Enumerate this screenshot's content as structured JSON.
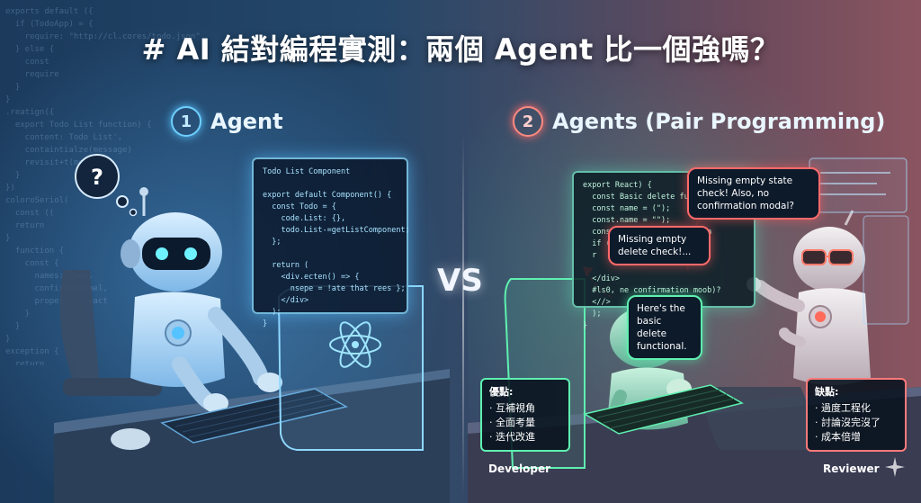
{
  "title": "# AI 結對編程實測：兩個 Agent 比一個強嗎？",
  "left": {
    "number": "1",
    "heading": "Agent",
    "bg_code": "exports default ({\n  if (TodoApp) = {\n    require: \"http://cl.cores/todo.json\"\n  } else {\n    const\n    require\n  }\n}\n.reatign({\n  export Todo List function) {\n    content: Todo List',\n    containtialze(message)\n    revisit+t(message)\n  }\n})\ncoloroSeriol(\n  const ((\n  return\n}\n  function {\n    const {\n      names: Todo,\n      confirmantonel,\n      property: react\n    }\n  }\n}\nexception {\n  return\n}\n  asyort {\n    static map\n    or fefor\n    <a\n    </head>\n  }\n}",
    "screen_code": "Todo List Component\n\nexport default Component() {\n  const Todo = {\n    code.List: {},\n    todo.List-=getListComponent;\n  };\n\n  return (\n    <div.ecten() => {\n      nsepe = !ate that rees };\n    </div>\n  );\n}"
  },
  "right": {
    "number": "2",
    "heading": "Agents (Pair Programming)",
    "screen_code": "export React) {\n  const Basic delete functio\n  const name = (\");\n  const.name = \"\");\n  const concetRebaction(essa\n  if (\n  r\n\n  </div>\n  #ls0, ne confirmation moob)?\n  <//>\n  );\n}",
    "reviewer_bubble": "Missing empty state check! Also, no confirmation modal?",
    "developer_bubble_1": "Missing empty delete check!...",
    "developer_bubble_2": "Here's the basic delete functional.",
    "pros": {
      "header": "優點:",
      "items": [
        "· 互補視角",
        "· 全面考量",
        "· 迭代改進"
      ]
    },
    "cons": {
      "header": "缺點:",
      "items": [
        "· 過度工程化",
        "· 討論沒完沒了",
        "· 成本倍增"
      ]
    },
    "developer_label": "Developer",
    "reviewer_label": "Reviewer"
  },
  "vs": "VS",
  "colors": {
    "accent_blue": "#6fd0ff",
    "accent_green": "#5ff0b0",
    "accent_red": "#ff6a6a"
  }
}
